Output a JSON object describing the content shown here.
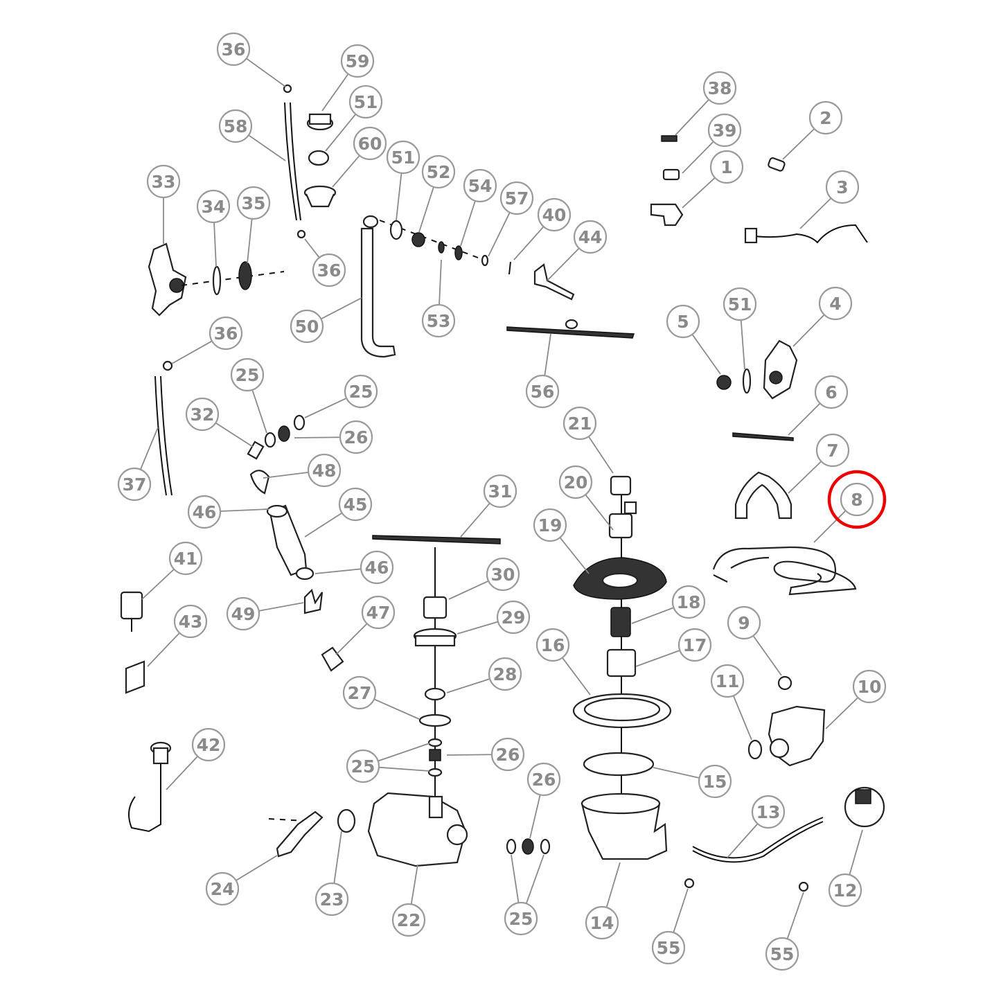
{
  "diagram": {
    "type": "exploded-parts-diagram",
    "highlighted_part": "8",
    "highlight_color": "#ee0000",
    "callouts": [
      "36",
      "59",
      "51",
      "58",
      "60",
      "51",
      "52",
      "54",
      "57",
      "40",
      "44",
      "33",
      "34",
      "35",
      "36",
      "50",
      "53",
      "56",
      "38",
      "39",
      "1",
      "2",
      "3",
      "36",
      "25",
      "25",
      "32",
      "26",
      "37",
      "48",
      "46",
      "45",
      "41",
      "46",
      "49",
      "43",
      "47",
      "31",
      "30",
      "29",
      "28",
      "27",
      "25",
      "26",
      "42",
      "24",
      "23",
      "22",
      "26",
      "25",
      "21",
      "20",
      "19",
      "18",
      "17",
      "16",
      "15",
      "14",
      "13",
      "55",
      "55",
      "12",
      "5",
      "51",
      "4",
      "6",
      "7",
      "8",
      "9",
      "10",
      "11"
    ]
  }
}
